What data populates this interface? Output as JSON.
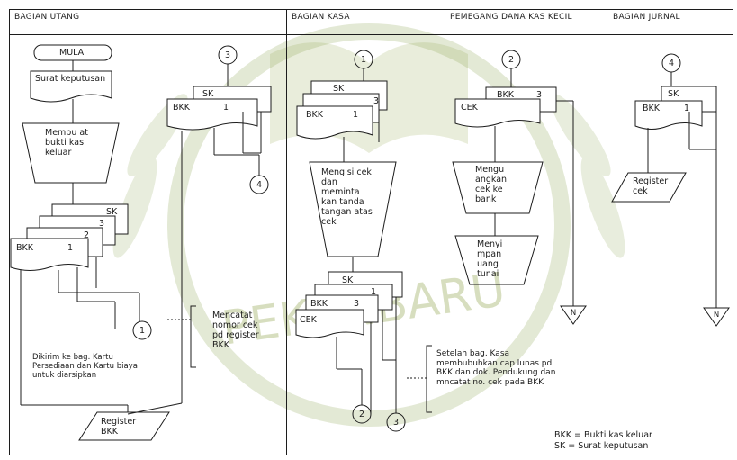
{
  "lanes": [
    {
      "title": "BAGIAN UTANG"
    },
    {
      "title": "BAGIAN KASA"
    },
    {
      "title": "PEMEGANG DANA KAS KECIL"
    },
    {
      "title": "BAGIAN JURNAL"
    }
  ],
  "utang": {
    "start": "MULAI",
    "doc_sk": "Surat keputusan",
    "proc_bkk": "Membu at bukti kas keluar",
    "stack": {
      "sk": "SK",
      "n3": "3",
      "n2": "2",
      "bkk": "BKK",
      "n1": "1"
    },
    "conn1": "1",
    "note_distribusi": "Dikirim ke bag. Kartu Persediaan dan Kartu biaya untuk diarsipkan",
    "register_bkk": "Register BKK",
    "conn3": "3",
    "stack2": {
      "sk": "SK",
      "bkk": "BKK",
      "n1": "1"
    },
    "conn4": "4",
    "note_mencatat": "Mencatat nomor cek pd register BKK"
  },
  "kasa": {
    "conn1": "1",
    "stack": {
      "sk": "SK",
      "n3": "3",
      "bkk": "BKK",
      "n1": "1"
    },
    "proc_cek": "Mengisi cek dan meminta kan tanda tangan atas cek",
    "stack2": {
      "sk": "SK",
      "n1": "1",
      "bkk": "BKK",
      "n3": "3",
      "cek": "CEK"
    },
    "conn2": "2",
    "conn3": "3",
    "note": "Setelah bag. Kasa membubuhkan cap lunas pd. BKK dan dok. Pendukung dan mncatat no. cek pada BKK"
  },
  "kaskecil": {
    "conn2": "2",
    "stack": {
      "bkk": "BKK",
      "n3": "3",
      "cek": "CEK"
    },
    "proc_uang": "Mengu angkan cek ke bank",
    "proc_simpan": "Menyi mpan uang tunai",
    "end": "N"
  },
  "jurnal": {
    "conn4": "4",
    "stack": {
      "sk": "SK",
      "bkk": "BKK",
      "n1": "1"
    },
    "register_cek": "Register cek",
    "end": "N"
  },
  "legend": {
    "bkk": "BKK = Bukti kas keluar",
    "sk": "SK   = Surat keputusan"
  },
  "watermark": {
    "text": "PEKANBARU",
    "color": "#b8c48c"
  }
}
